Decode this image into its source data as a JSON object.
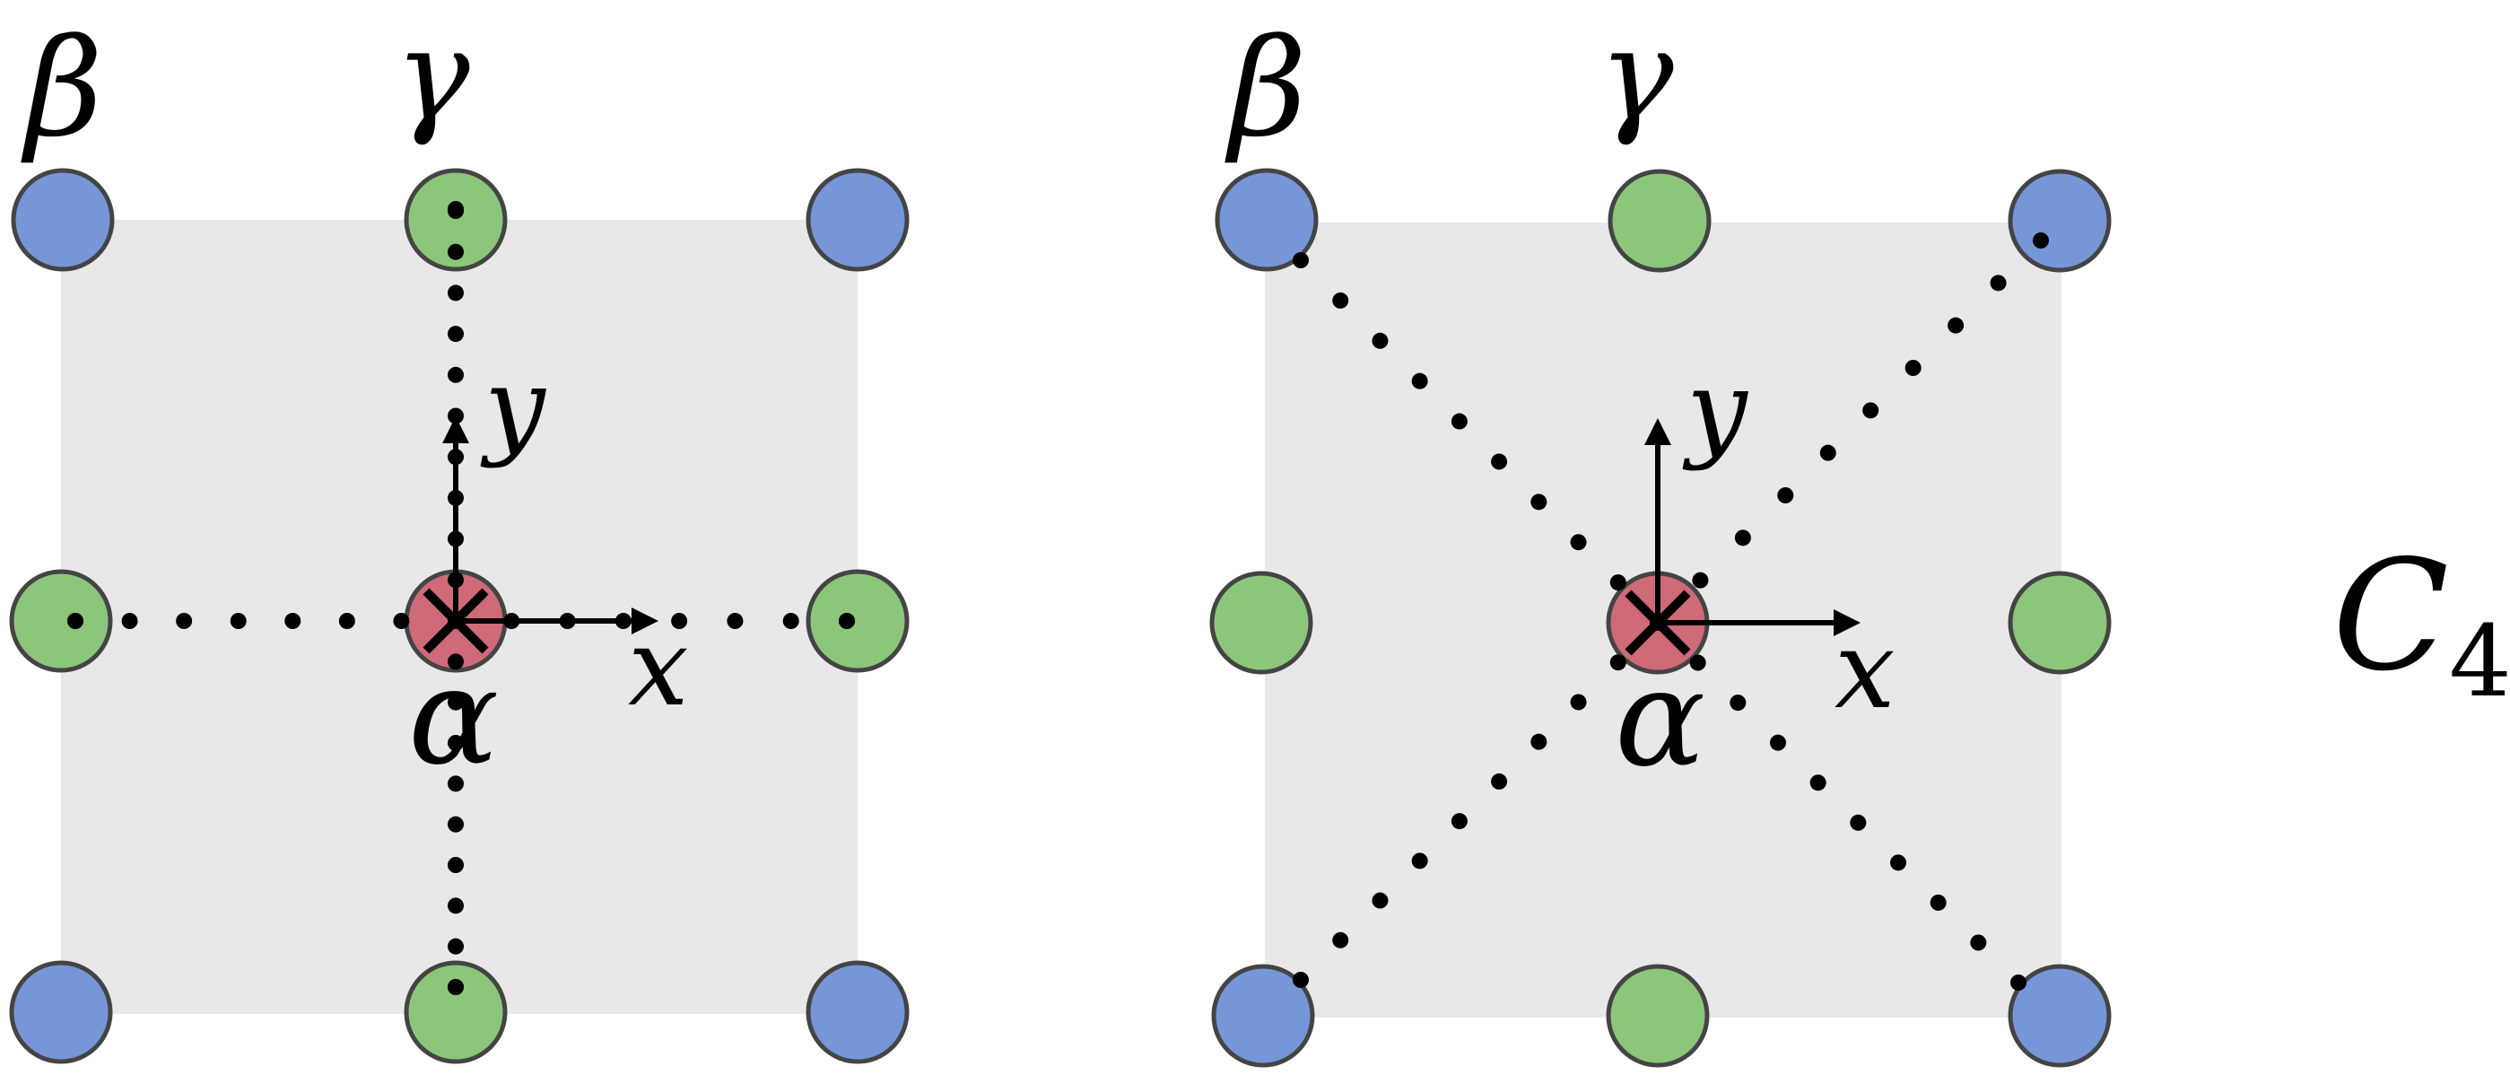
{
  "colors": {
    "background_square": "#e8e8e8",
    "site_alpha": "#cf6a78",
    "site_beta": "#7696d8",
    "site_gamma": "#8cc67a",
    "site_stroke": "#444444",
    "dots": "#000000",
    "axes": "#000000"
  },
  "panels": [
    {
      "id": "left",
      "labels": {
        "beta": "β",
        "gamma": "γ",
        "alpha": "α",
        "x": "x",
        "y": "y"
      },
      "bond_pattern": "axial"
    },
    {
      "id": "right",
      "labels": {
        "beta": "β",
        "gamma": "γ",
        "alpha": "α",
        "x": "x",
        "y": "y"
      },
      "bond_pattern": "diagonal"
    }
  ],
  "symmetry_label": {
    "main": "C",
    "sub": "4"
  }
}
